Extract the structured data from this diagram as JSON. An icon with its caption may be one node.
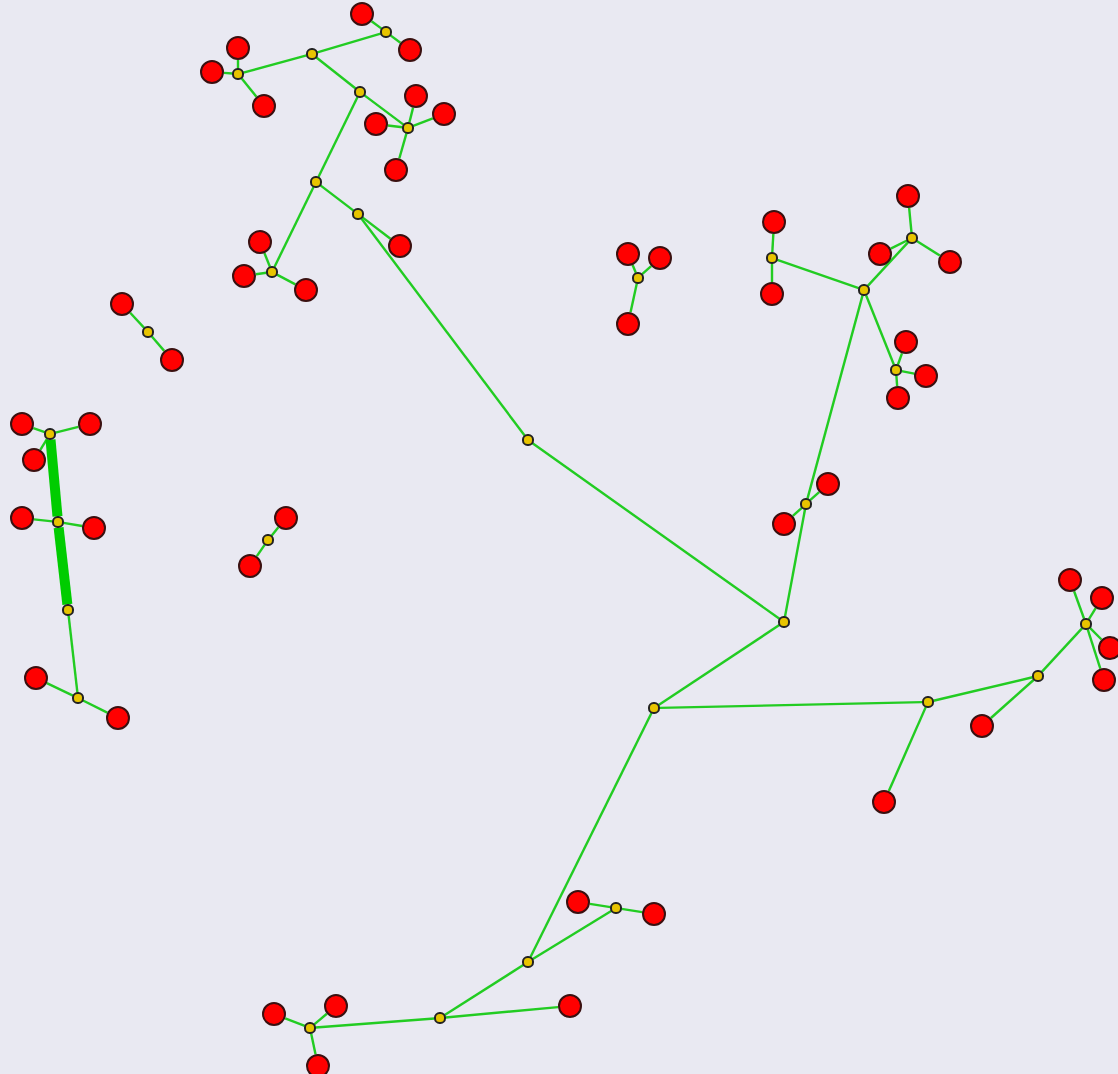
{
  "diagram": {
    "nodes": [
      {
        "text": [],
        "shape": "dot"
      },
      {
        "text": [],
        "shape": "circle"
      },
      {
        "text": [],
        "shape": "circle"
      },
      {
        "text": [],
        "shape": "circle"
      },
      {
        "text": [],
        "shape": "dot"
      },
      {
        "text": [],
        "shape": "dot"
      },
      {
        "text": [],
        "shape": "circle"
      },
      {
        "text": [],
        "shape": "circle"
      },
      {
        "text": [],
        "shape": "dot"
      },
      {
        "text": [],
        "shape": "dot"
      },
      {
        "text": [],
        "shape": "circle"
      },
      {
        "text": [],
        "shape": "circle"
      },
      {
        "text": [],
        "shape": "circle"
      },
      {
        "text": [],
        "shape": "circle"
      },
      {
        "text": [],
        "shape": "dot"
      },
      {
        "text": [],
        "shape": "dot"
      },
      {
        "text": [],
        "shape": "circle"
      },
      {
        "text": [],
        "shape": "circle"
      },
      {
        "text": [],
        "shape": "circle"
      },
      {
        "text": [],
        "shape": "dot"
      },
      {
        "text": [],
        "shape": "circle"
      },
      {
        "text": [],
        "shape": "dot"
      },
      {
        "text": [],
        "shape": "dot"
      },
      {
        "text": [],
        "shape": "dot"
      },
      {
        "text": [],
        "shape": "circle"
      },
      {
        "text": [],
        "shape": "circle"
      },
      {
        "text": [],
        "shape": "dot"
      },
      {
        "text": [],
        "shape": "circle"
      },
      {
        "text": [],
        "shape": "circle"
      },
      {
        "text": [],
        "shape": "dot"
      },
      {
        "text": [],
        "shape": "circle"
      },
      {
        "text": [],
        "shape": "circle"
      },
      {
        "text": [],
        "shape": "circle"
      },
      {
        "text": [],
        "shape": "dot"
      },
      {
        "text": [],
        "shape": "circle"
      },
      {
        "text": [],
        "shape": "circle"
      },
      {
        "text": [],
        "shape": "dot"
      },
      {
        "text": [],
        "shape": "dot"
      },
      {
        "text": [],
        "shape": "circle"
      },
      {
        "text": [],
        "shape": "circle"
      },
      {
        "text": [],
        "shape": "dot"
      },
      {
        "text": [],
        "shape": "circle"
      },
      {
        "text": [],
        "shape": "circle"
      },
      {
        "text": [],
        "shape": "circle"
      },
      {
        "text": [],
        "shape": "dot"
      },
      {
        "text": [],
        "shape": "circle"
      },
      {
        "text": [],
        "shape": "circle"
      },
      {
        "text": [],
        "shape": "dot"
      },
      {
        "text": [],
        "shape": "dot"
      },
      {
        "text": [],
        "shape": "circle"
      },
      {
        "text": [],
        "shape": "circle"
      },
      {
        "text": [],
        "shape": "circle"
      },
      {
        "text": [],
        "shape": "dot"
      },
      {
        "text": [],
        "shape": "circle"
      },
      {
        "text": [],
        "shape": "circle"
      },
      {
        "text": [],
        "shape": "circle"
      },
      {
        "text": [],
        "shape": "dot"
      },
      {
        "text": [],
        "shape": "circle"
      },
      {
        "text": [],
        "shape": "circle"
      },
      {
        "text": [],
        "shape": "dot"
      },
      {
        "text": [],
        "shape": "dot"
      },
      {
        "text": [],
        "shape": "circle"
      },
      {
        "text": [],
        "shape": "dot"
      },
      {
        "text": [],
        "shape": "circle"
      },
      {
        "text": [],
        "shape": "dot"
      },
      {
        "text": [],
        "shape": "circle"
      },
      {
        "text": [],
        "shape": "circle"
      },
      {
        "text": [],
        "shape": "circle"
      },
      {
        "text": [],
        "shape": "circle"
      },
      {
        "text": [],
        "shape": "dot"
      },
      {
        "text": [],
        "shape": "dot"
      },
      {
        "text": [],
        "shape": "circle"
      },
      {
        "text": [],
        "shape": "circle"
      },
      {
        "text": [],
        "shape": "dot"
      },
      {
        "text": [],
        "shape": "circle"
      },
      {
        "text": [],
        "shape": "dot"
      },
      {
        "text": [],
        "shape": "circle"
      },
      {
        "text": [],
        "shape": "circle"
      },
      {
        "text": [],
        "shape": "circle"
      }
    ],
    "edges": [
      {
        "from": 0,
        "to": 1,
        "arrow": "none"
      },
      {
        "from": 0,
        "to": 2,
        "arrow": "none"
      },
      {
        "from": 0,
        "to": 3,
        "arrow": "none"
      },
      {
        "from": 0,
        "to": 4,
        "arrow": "none"
      },
      {
        "from": 4,
        "to": 5,
        "arrow": "none"
      },
      {
        "from": 5,
        "to": 6,
        "arrow": "none"
      },
      {
        "from": 5,
        "to": 7,
        "arrow": "none"
      },
      {
        "from": 4,
        "to": 8,
        "arrow": "none"
      },
      {
        "from": 8,
        "to": 9,
        "arrow": "none"
      },
      {
        "from": 9,
        "to": 10,
        "arrow": "none"
      },
      {
        "from": 9,
        "to": 11,
        "arrow": "none"
      },
      {
        "from": 9,
        "to": 12,
        "arrow": "none"
      },
      {
        "from": 9,
        "to": 13,
        "arrow": "none"
      },
      {
        "from": 8,
        "to": 14,
        "arrow": "none"
      },
      {
        "from": 14,
        "to": 15,
        "arrow": "none"
      },
      {
        "from": 15,
        "to": 16,
        "arrow": "none"
      },
      {
        "from": 15,
        "to": 17,
        "arrow": "none"
      },
      {
        "from": 15,
        "to": 18,
        "arrow": "none"
      },
      {
        "from": 14,
        "to": 19,
        "arrow": "none"
      },
      {
        "from": 19,
        "to": 20,
        "arrow": "none"
      },
      {
        "from": 19,
        "to": 21,
        "arrow": "none"
      },
      {
        "from": 21,
        "to": 22,
        "arrow": "none"
      },
      {
        "from": 23,
        "to": 24,
        "arrow": "none"
      },
      {
        "from": 23,
        "to": 25,
        "arrow": "none"
      },
      {
        "from": 26,
        "to": 27,
        "arrow": "none"
      },
      {
        "from": 26,
        "to": 28,
        "arrow": "none"
      },
      {
        "from": 29,
        "to": 30,
        "arrow": "none"
      },
      {
        "from": 29,
        "to": 31,
        "arrow": "none"
      },
      {
        "from": 29,
        "to": 32,
        "arrow": "none"
      },
      {
        "from": 29,
        "to": 33,
        "arrow": "none",
        "style": "thick"
      },
      {
        "from": 33,
        "to": 34,
        "arrow": "none"
      },
      {
        "from": 33,
        "to": 35,
        "arrow": "none"
      },
      {
        "from": 33,
        "to": 36,
        "arrow": "none",
        "style": "thick"
      },
      {
        "from": 36,
        "to": 37,
        "arrow": "none"
      },
      {
        "from": 37,
        "to": 38,
        "arrow": "none"
      },
      {
        "from": 37,
        "to": 39,
        "arrow": "none"
      },
      {
        "from": 40,
        "to": 41,
        "arrow": "none"
      },
      {
        "from": 40,
        "to": 42,
        "arrow": "none"
      },
      {
        "from": 40,
        "to": 43,
        "arrow": "none"
      },
      {
        "from": 44,
        "to": 45,
        "arrow": "none"
      },
      {
        "from": 44,
        "to": 46,
        "arrow": "none"
      },
      {
        "from": 44,
        "to": 47,
        "arrow": "none"
      },
      {
        "from": 47,
        "to": 48,
        "arrow": "none"
      },
      {
        "from": 48,
        "to": 49,
        "arrow": "none"
      },
      {
        "from": 48,
        "to": 50,
        "arrow": "none"
      },
      {
        "from": 48,
        "to": 51,
        "arrow": "none"
      },
      {
        "from": 47,
        "to": 52,
        "arrow": "none"
      },
      {
        "from": 52,
        "to": 53,
        "arrow": "none"
      },
      {
        "from": 52,
        "to": 54,
        "arrow": "none"
      },
      {
        "from": 52,
        "to": 55,
        "arrow": "none"
      },
      {
        "from": 47,
        "to": 56,
        "arrow": "none"
      },
      {
        "from": 56,
        "to": 57,
        "arrow": "none"
      },
      {
        "from": 56,
        "to": 58,
        "arrow": "none"
      },
      {
        "from": 56,
        "to": 22,
        "arrow": "none"
      },
      {
        "from": 22,
        "to": 59,
        "arrow": "none"
      },
      {
        "from": 59,
        "to": 60,
        "arrow": "none"
      },
      {
        "from": 60,
        "to": 61,
        "arrow": "none"
      },
      {
        "from": 60,
        "to": 62,
        "arrow": "none"
      },
      {
        "from": 62,
        "to": 63,
        "arrow": "none"
      },
      {
        "from": 62,
        "to": 64,
        "arrow": "none"
      },
      {
        "from": 64,
        "to": 65,
        "arrow": "none"
      },
      {
        "from": 64,
        "to": 66,
        "arrow": "none"
      },
      {
        "from": 64,
        "to": 67,
        "arrow": "none"
      },
      {
        "from": 64,
        "to": 68,
        "arrow": "none"
      },
      {
        "from": 59,
        "to": 69,
        "arrow": "none"
      },
      {
        "from": 69,
        "to": 70,
        "arrow": "none"
      },
      {
        "from": 70,
        "to": 71,
        "arrow": "none"
      },
      {
        "from": 70,
        "to": 72,
        "arrow": "none"
      },
      {
        "from": 69,
        "to": 73,
        "arrow": "none"
      },
      {
        "from": 73,
        "to": 74,
        "arrow": "none"
      },
      {
        "from": 73,
        "to": 75,
        "arrow": "none"
      },
      {
        "from": 75,
        "to": 76,
        "arrow": "none"
      },
      {
        "from": 75,
        "to": 77,
        "arrow": "none"
      },
      {
        "from": 75,
        "to": 78,
        "arrow": "none"
      }
    ]
  }
}
